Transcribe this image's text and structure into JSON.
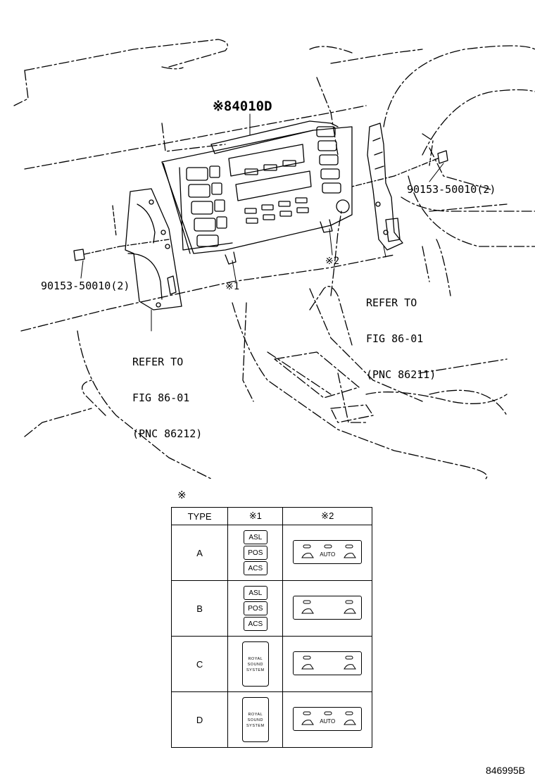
{
  "diagram": {
    "part_number_main": "※84010D",
    "left_bolt": "90153-50010(2)",
    "right_bolt": "90153-50010(2)",
    "note1_mark": "※1",
    "note2_mark": "※2",
    "left_refer": [
      "REFER TO",
      "FIG 86-01",
      "(PNC 86212)"
    ],
    "right_refer": [
      "REFER TO",
      "FIG 86-01",
      "(PNC 86211)"
    ],
    "figure_id": "846995B"
  },
  "table": {
    "note_symbol": "※",
    "headers": [
      "TYPE",
      "※1",
      "※2"
    ],
    "rows": [
      {
        "type": "A",
        "buttons": [
          "ASL",
          "POS",
          "ACS"
        ],
        "panel_auto": "AUTO"
      },
      {
        "type": "B",
        "buttons": [
          "ASL",
          "POS",
          "ACS"
        ],
        "panel_auto": ""
      },
      {
        "type": "C",
        "badge": [
          "ROYAL",
          "SOUND",
          "SYSTEM"
        ],
        "panel_auto": ""
      },
      {
        "type": "D",
        "badge": [
          "ROYAL",
          "SOUND",
          "SYSTEM"
        ],
        "panel_auto": "AUTO"
      }
    ]
  }
}
